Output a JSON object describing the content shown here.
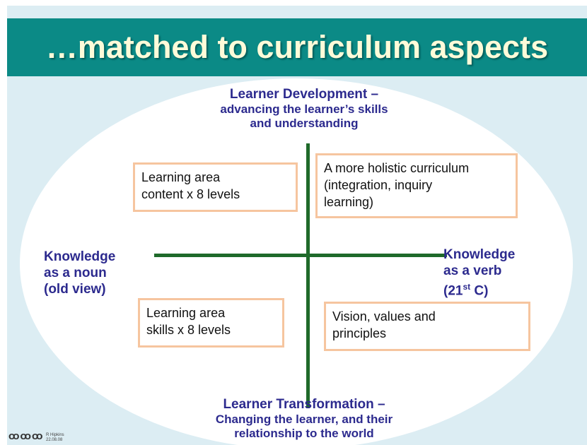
{
  "title": "…matched to curriculum aspects",
  "top_pole": {
    "heading": "Learner Development –",
    "line1": "advancing the learner’s skills",
    "line2": "and understanding"
  },
  "bottom_pole": {
    "heading": "Learner Transformation –",
    "line1": "Changing the learner, and their",
    "line2": "relationship to the world"
  },
  "left_pole": {
    "line1": "Knowledge",
    "line2": "as a noun",
    "line3": "(old view)"
  },
  "right_pole": {
    "line1": "Knowledge",
    "line2": "as a verb",
    "line3_prefix": "(21",
    "line3_sup": "st",
    "line3_suffix": " C)"
  },
  "quadrants": {
    "top_left": {
      "line1": "Learning area",
      "line2": "content x 8 levels"
    },
    "top_right": {
      "line1": "A more holistic curriculum",
      "line2": "(integration, inquiry",
      "line3": "learning)"
    },
    "bottom_left": {
      "line1": "Learning area",
      "line2": "skills x 8 levels"
    },
    "bottom_right": {
      "line1": "Vision, values and",
      "line2": "principles"
    }
  },
  "footer": {
    "logo": "ꝎꝎꝎ",
    "author": "R Hipkins",
    "date": "22.08.08"
  },
  "colors": {
    "title_bar": "#0b8a86",
    "title_text": "#fffbd9",
    "background": "#dcedf3",
    "pole_text": "#2c2a8e",
    "axis": "#1f6a2a",
    "box_border": "#f6c59f"
  }
}
